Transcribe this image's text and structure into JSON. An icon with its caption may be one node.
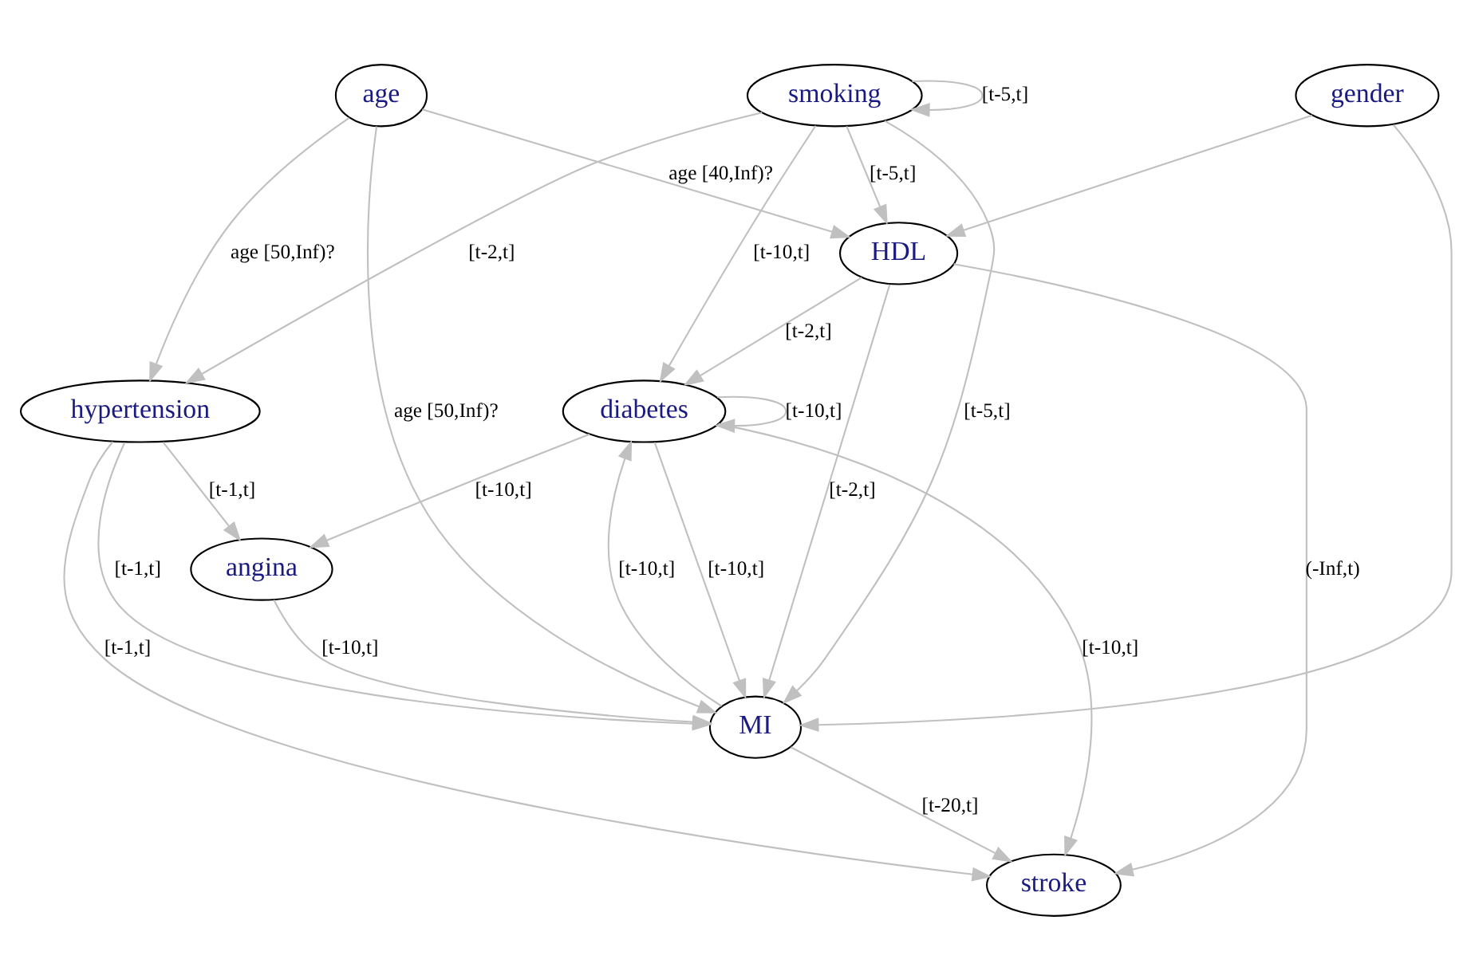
{
  "diagram": {
    "nodes": [
      {
        "text": [
          "age"
        ]
      },
      {
        "text": [
          "smoking"
        ]
      },
      {
        "text": [
          "gender"
        ]
      },
      {
        "text": [
          "HDL"
        ]
      },
      {
        "text": [
          "hypertension"
        ]
      },
      {
        "text": [
          "diabetes"
        ]
      },
      {
        "text": [
          "angina"
        ]
      },
      {
        "text": [
          "MI"
        ]
      },
      {
        "text": [
          "stroke"
        ]
      }
    ],
    "edges": [
      {
        "from": 1,
        "to": 1,
        "arrow": "to",
        "label": "[t-5,t]"
      },
      {
        "from": 0,
        "to": 3,
        "arrow": "to",
        "label": "age [40,Inf)?"
      },
      {
        "from": 1,
        "to": 3,
        "arrow": "to",
        "label": "[t-5,t]"
      },
      {
        "from": 2,
        "to": 3,
        "arrow": "to"
      },
      {
        "from": 0,
        "to": 4,
        "arrow": "to",
        "label": "age [50,Inf)?"
      },
      {
        "from": 1,
        "to": 4,
        "arrow": "to",
        "label": "[t-2,t]"
      },
      {
        "from": 1,
        "to": 5,
        "arrow": "to",
        "label": "[t-10,t]"
      },
      {
        "from": 1,
        "to": 7,
        "arrow": "to",
        "label": "[t-5,t]"
      },
      {
        "from": 0,
        "to": 7,
        "arrow": "to",
        "label": "age [50,Inf)?"
      },
      {
        "from": 3,
        "to": 5,
        "arrow": "to",
        "label": "[t-2,t]"
      },
      {
        "from": 3,
        "to": 7,
        "arrow": "to",
        "label": "[t-2,t]"
      },
      {
        "from": 3,
        "to": 8,
        "arrow": "to",
        "label": "(-Inf,t)"
      },
      {
        "from": 5,
        "to": 5,
        "arrow": "to",
        "label": "[t-10,t]"
      },
      {
        "from": 5,
        "to": 6,
        "arrow": "to",
        "label": "[t-10,t]"
      },
      {
        "from": 5,
        "to": 7,
        "arrow": "to",
        "label": "[t-10,t]"
      },
      {
        "from": 7,
        "to": 5,
        "arrow": "to",
        "label": "[t-10,t]"
      },
      {
        "from": 5,
        "to": 8,
        "arrow": "to",
        "label": "[t-10,t]"
      },
      {
        "from": 4,
        "to": 6,
        "arrow": "to",
        "label": "[t-1,t]"
      },
      {
        "from": 4,
        "to": 7,
        "arrow": "to",
        "label": "[t-1,t]"
      },
      {
        "from": 4,
        "to": 8,
        "arrow": "to",
        "label": "[t-1,t]"
      },
      {
        "from": 6,
        "to": 7,
        "arrow": "to",
        "label": "[t-10,t]"
      },
      {
        "from": 2,
        "to": 7,
        "arrow": "to"
      },
      {
        "from": 7,
        "to": 8,
        "arrow": "to",
        "label": "[t-20,t]"
      }
    ]
  }
}
